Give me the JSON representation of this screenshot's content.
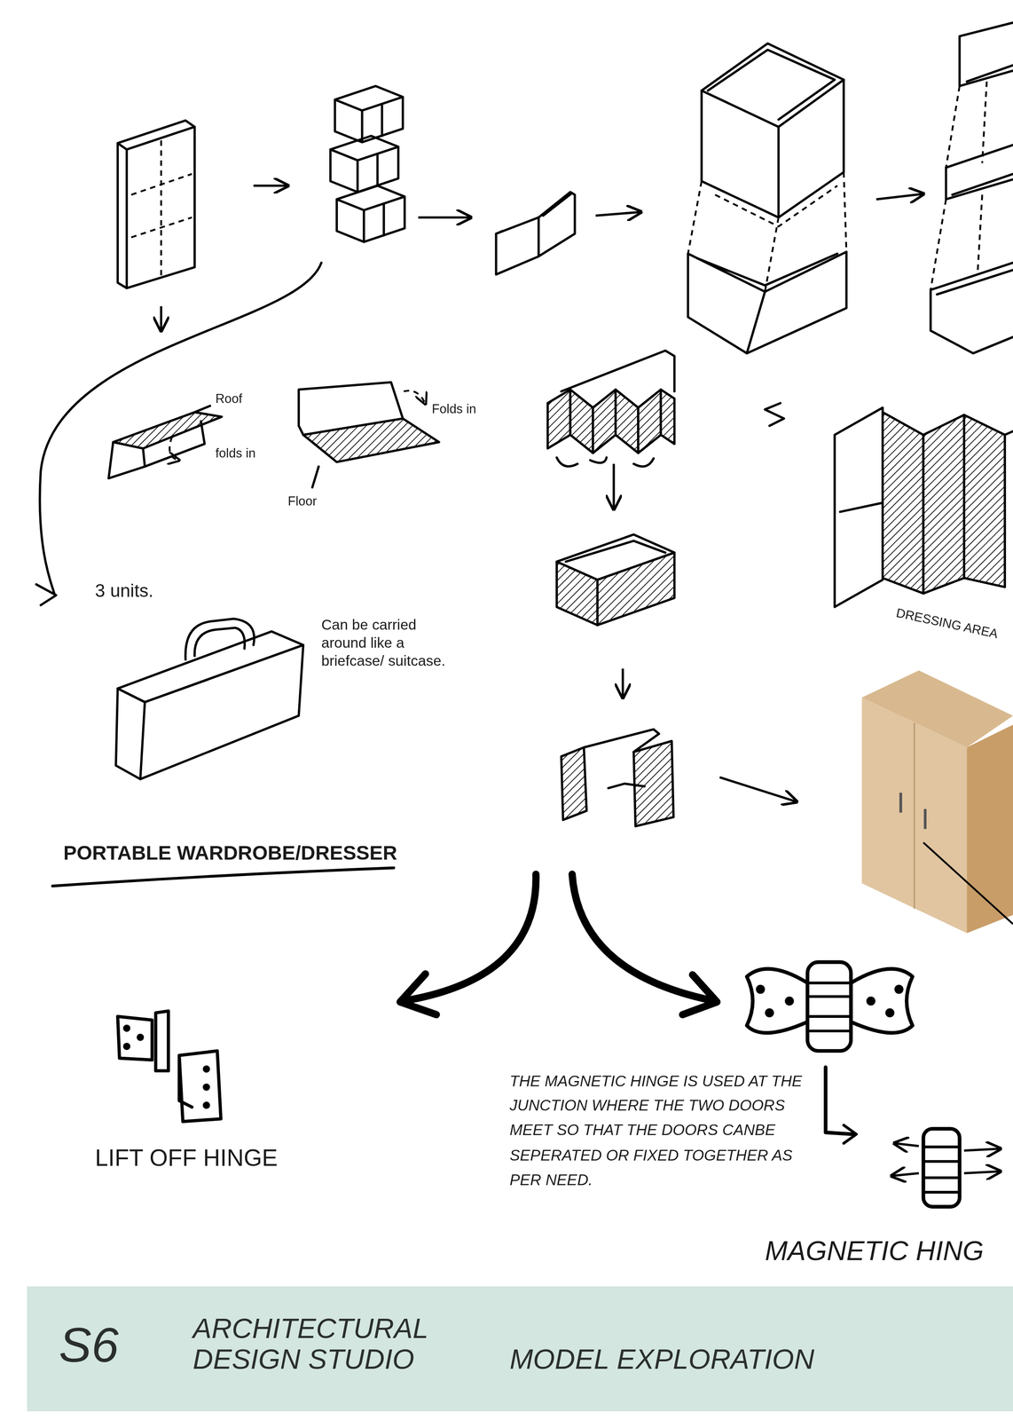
{
  "diagram": {
    "title": "PORTABLE WARDROBE/DRESSER",
    "nodes": [
      {
        "text": [
          "S6",
          "ARCHITECTURAL DESIGN STUDIO",
          "MODEL EXPLORATION"
        ]
      }
    ],
    "labels": [
      "Roof",
      "folds in",
      "Folds in",
      "Floor",
      "DRESSING AREA",
      "3 units.",
      "Can be carried around like a briefcase/ suitcase.",
      "LIFT OFF HINGE",
      "THE MAGNETIC HINGE IS USED AT THE JUNCTION WHERE THE TWO DOORS MEET SO THAT THE DOORS CANBE SEPERATED OR FIXED TOGETHER AS PER NEED.",
      "MAGNETIC HING"
    ]
  }
}
